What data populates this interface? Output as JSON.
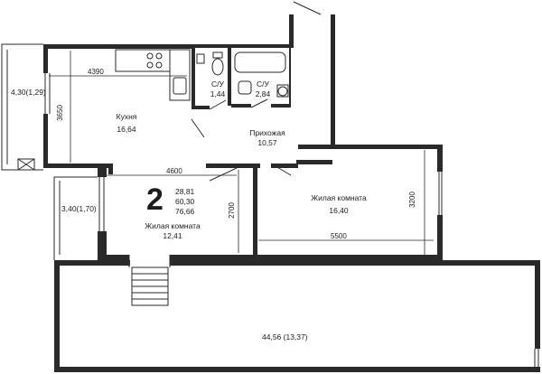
{
  "rooms": {
    "loggia_top": {
      "area": "4,30(1,29)"
    },
    "kitchen": {
      "name": "Кухня",
      "area": "16,64"
    },
    "bath_small": {
      "name": "С/У",
      "area": "1,44"
    },
    "bath_large": {
      "name": "С/У",
      "area": "2,84"
    },
    "hallway": {
      "name": "Прихожая",
      "area": "10,57"
    },
    "bedroom": {
      "name": "Жилая комната",
      "area": "16,40"
    },
    "living": {
      "name": "Жилая комната",
      "area": "12,41"
    },
    "balcony": {
      "area": "3,40(1,70)"
    },
    "terrace": {
      "area": "44,56 (13,37)"
    }
  },
  "dimensions": {
    "kitchen_width": "4390",
    "kitchen_height": "3650",
    "living_width": "4600",
    "living_height": "2700",
    "bedroom_width": "5500",
    "bedroom_height": "3200"
  },
  "badge": {
    "rooms": "2",
    "area_living": "28,81",
    "area_total_no_balcony": "60,30",
    "area_total": "76,66"
  }
}
